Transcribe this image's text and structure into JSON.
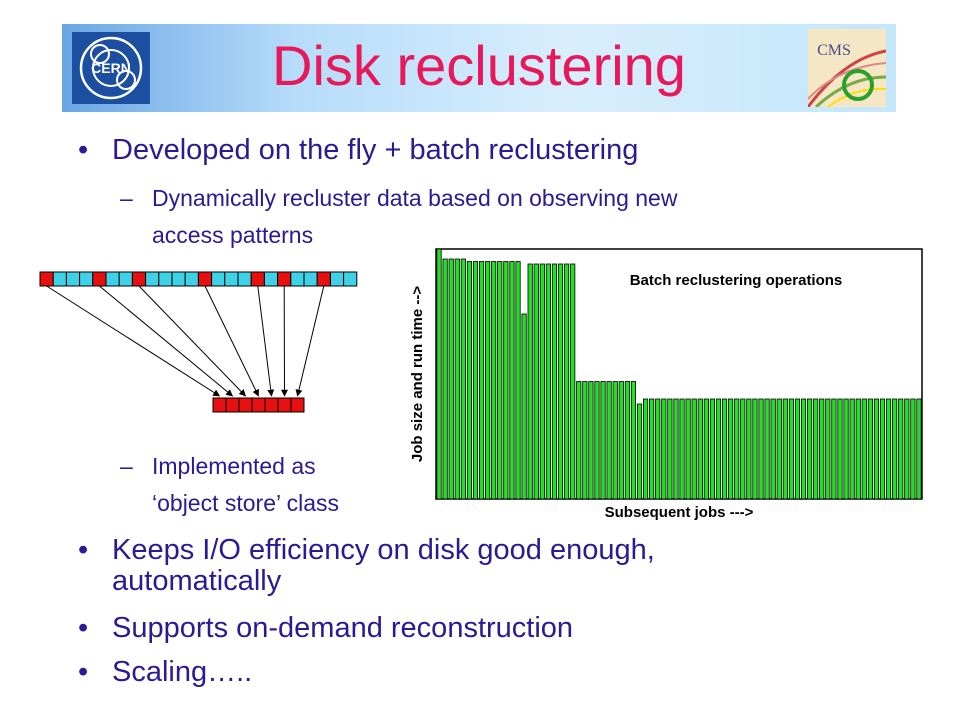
{
  "slide": {
    "title": "Disk reclustering",
    "bullets": [
      "Developed on the fly + batch reclustering",
      "Keeps I/O efficiency on disk good enough,",
      "automatically",
      "Supports on-demand reconstruction",
      "Scaling….."
    ],
    "subbullets": [
      {
        "dash": "–",
        "line1": "Dynamically recluster data based on observing new",
        "line2": "access patterns"
      },
      {
        "dash": "–",
        "line1": "Implemented as",
        "line2": "‘object store’ class"
      }
    ],
    "bullet_char": "•",
    "cern_logo_text": "CERN",
    "cms_logo_text": "CMS"
  },
  "colors": {
    "title": "#e8195a",
    "text": "#2a1a93",
    "bar_job": "#22e022",
    "bar_run": "#2222b8",
    "cell_selected": "#e61010",
    "cell_other": "#3fd2e6"
  },
  "cluster_diagram": {
    "source_cells": [
      "red",
      "cyan",
      "cyan",
      "cyan",
      "red",
      "cyan",
      "cyan",
      "red",
      "cyan",
      "cyan",
      "cyan",
      "cyan",
      "red",
      "cyan",
      "cyan",
      "cyan",
      "red",
      "cyan",
      "red",
      "cyan",
      "cyan",
      "red",
      "cyan",
      "cyan"
    ],
    "target_count": 7
  },
  "chart_data": {
    "type": "bar",
    "ylabel": "Job size and run time -->",
    "xlabel": "Subsequent jobs --->",
    "annotation": "Batch reclustering operations",
    "ylim": [
      0,
      100
    ],
    "series": [
      {
        "values": [
          100,
          96,
          96,
          96,
          96,
          95,
          95,
          95,
          95,
          95,
          95,
          95,
          95,
          95,
          74,
          94,
          94,
          94,
          94,
          94,
          94,
          94,
          94,
          47,
          47,
          47,
          47,
          47,
          47,
          47,
          47,
          47,
          47,
          38,
          40,
          40,
          40,
          40,
          40,
          40,
          40,
          40,
          40,
          40,
          40,
          40,
          40,
          40,
          40,
          40,
          40,
          40,
          40,
          40,
          40,
          40,
          40,
          40,
          40,
          40,
          40,
          40,
          40,
          40,
          40,
          40,
          40,
          40,
          40,
          40,
          40,
          40,
          40,
          40,
          40,
          40,
          40,
          40,
          40,
          40
        ]
      },
      {
        "values": [
          0
        ]
      }
    ]
  }
}
